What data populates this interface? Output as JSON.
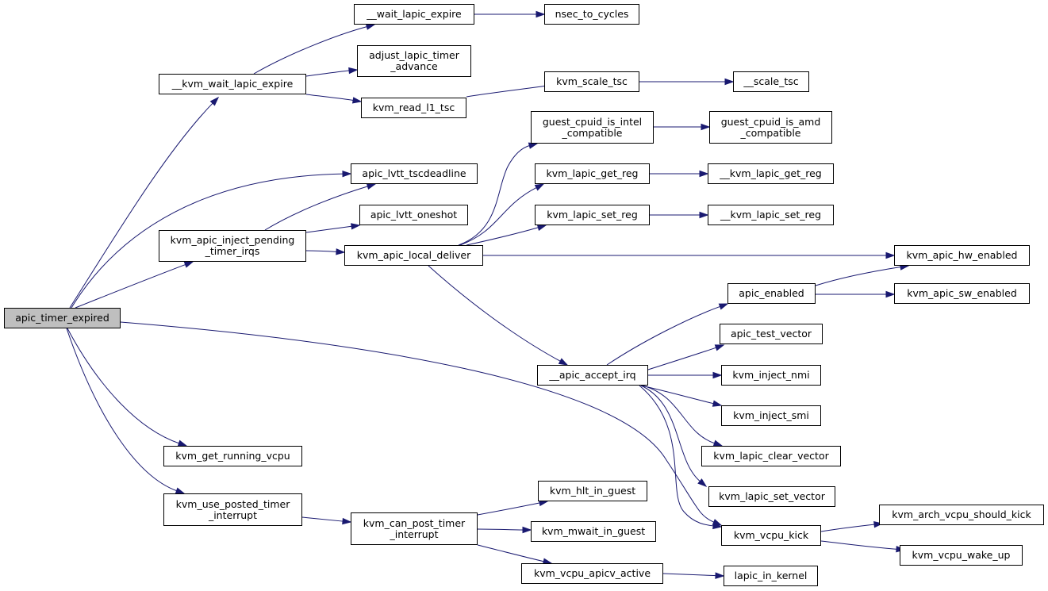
{
  "graph": {
    "root": "apic_timer_expired",
    "nodes": [
      {
        "id": "apic_timer_expired",
        "label": "apic_timer_expired"
      },
      {
        "id": "__kvm_wait_lapic_expire",
        "label": "__kvm_wait_lapic_expire"
      },
      {
        "id": "__wait_lapic_expire",
        "label": "__wait_lapic_expire"
      },
      {
        "id": "nsec_to_cycles",
        "label": "nsec_to_cycles"
      },
      {
        "id": "adjust_lapic_timer_advance",
        "label": "adjust_lapic_timer\n_advance"
      },
      {
        "id": "kvm_read_l1_tsc",
        "label": "kvm_read_l1_tsc"
      },
      {
        "id": "kvm_scale_tsc",
        "label": "kvm_scale_tsc"
      },
      {
        "id": "__scale_tsc",
        "label": "__scale_tsc"
      },
      {
        "id": "apic_lvtt_tscdeadline",
        "label": "apic_lvtt_tscdeadline"
      },
      {
        "id": "kvm_apic_inject_pending_timer_irqs",
        "label": "kvm_apic_inject_pending\n_timer_irqs"
      },
      {
        "id": "apic_lvtt_oneshot",
        "label": "apic_lvtt_oneshot"
      },
      {
        "id": "kvm_apic_local_deliver",
        "label": "kvm_apic_local_deliver"
      },
      {
        "id": "guest_cpuid_is_intel_compatible",
        "label": "guest_cpuid_is_intel\n_compatible"
      },
      {
        "id": "guest_cpuid_is_amd_compatible",
        "label": "guest_cpuid_is_amd\n_compatible"
      },
      {
        "id": "kvm_lapic_get_reg",
        "label": "kvm_lapic_get_reg"
      },
      {
        "id": "__kvm_lapic_get_reg",
        "label": "__kvm_lapic_get_reg"
      },
      {
        "id": "kvm_lapic_set_reg",
        "label": "kvm_lapic_set_reg"
      },
      {
        "id": "__kvm_lapic_set_reg",
        "label": "__kvm_lapic_set_reg"
      },
      {
        "id": "kvm_apic_hw_enabled",
        "label": "kvm_apic_hw_enabled"
      },
      {
        "id": "apic_enabled",
        "label": "apic_enabled"
      },
      {
        "id": "kvm_apic_sw_enabled",
        "label": "kvm_apic_sw_enabled"
      },
      {
        "id": "apic_test_vector",
        "label": "apic_test_vector"
      },
      {
        "id": "__apic_accept_irq",
        "label": "__apic_accept_irq"
      },
      {
        "id": "kvm_inject_nmi",
        "label": "kvm_inject_nmi"
      },
      {
        "id": "kvm_inject_smi",
        "label": "kvm_inject_smi"
      },
      {
        "id": "kvm_lapic_clear_vector",
        "label": "kvm_lapic_clear_vector"
      },
      {
        "id": "kvm_lapic_set_vector",
        "label": "kvm_lapic_set_vector"
      },
      {
        "id": "kvm_get_running_vcpu",
        "label": "kvm_get_running_vcpu"
      },
      {
        "id": "kvm_use_posted_timer_interrupt",
        "label": "kvm_use_posted_timer\n_interrupt"
      },
      {
        "id": "kvm_hlt_in_guest",
        "label": "kvm_hlt_in_guest"
      },
      {
        "id": "kvm_can_post_timer_interrupt",
        "label": "kvm_can_post_timer\n_interrupt"
      },
      {
        "id": "kvm_mwait_in_guest",
        "label": "kvm_mwait_in_guest"
      },
      {
        "id": "kvm_vcpu_apicv_active",
        "label": "kvm_vcpu_apicv_active"
      },
      {
        "id": "lapic_in_kernel",
        "label": "lapic_in_kernel"
      },
      {
        "id": "kvm_vcpu_kick",
        "label": "kvm_vcpu_kick"
      },
      {
        "id": "kvm_arch_vcpu_should_kick",
        "label": "kvm_arch_vcpu_should_kick"
      },
      {
        "id": "kvm_vcpu_wake_up",
        "label": "kvm_vcpu_wake_up"
      }
    ],
    "edges": [
      [
        "apic_timer_expired",
        "__kvm_wait_lapic_expire"
      ],
      [
        "apic_timer_expired",
        "apic_lvtt_tscdeadline"
      ],
      [
        "apic_timer_expired",
        "kvm_apic_inject_pending_timer_irqs"
      ],
      [
        "apic_timer_expired",
        "kvm_get_running_vcpu"
      ],
      [
        "apic_timer_expired",
        "kvm_use_posted_timer_interrupt"
      ],
      [
        "apic_timer_expired",
        "kvm_vcpu_kick"
      ],
      [
        "__kvm_wait_lapic_expire",
        "__wait_lapic_expire"
      ],
      [
        "__kvm_wait_lapic_expire",
        "adjust_lapic_timer_advance"
      ],
      [
        "__kvm_wait_lapic_expire",
        "kvm_read_l1_tsc"
      ],
      [
        "__wait_lapic_expire",
        "nsec_to_cycles"
      ],
      [
        "kvm_read_l1_tsc",
        "kvm_scale_tsc"
      ],
      [
        "kvm_scale_tsc",
        "__scale_tsc"
      ],
      [
        "kvm_apic_inject_pending_timer_irqs",
        "apic_lvtt_tscdeadline"
      ],
      [
        "kvm_apic_inject_pending_timer_irqs",
        "apic_lvtt_oneshot"
      ],
      [
        "kvm_apic_inject_pending_timer_irqs",
        "kvm_apic_local_deliver"
      ],
      [
        "kvm_apic_local_deliver",
        "guest_cpuid_is_intel_compatible"
      ],
      [
        "kvm_apic_local_deliver",
        "kvm_lapic_get_reg"
      ],
      [
        "kvm_apic_local_deliver",
        "kvm_lapic_set_reg"
      ],
      [
        "kvm_apic_local_deliver",
        "kvm_apic_hw_enabled"
      ],
      [
        "kvm_apic_local_deliver",
        "__apic_accept_irq"
      ],
      [
        "guest_cpuid_is_intel_compatible",
        "guest_cpuid_is_amd_compatible"
      ],
      [
        "kvm_lapic_get_reg",
        "__kvm_lapic_get_reg"
      ],
      [
        "kvm_lapic_set_reg",
        "__kvm_lapic_set_reg"
      ],
      [
        "apic_enabled",
        "kvm_apic_hw_enabled"
      ],
      [
        "apic_enabled",
        "kvm_apic_sw_enabled"
      ],
      [
        "__apic_accept_irq",
        "apic_enabled"
      ],
      [
        "__apic_accept_irq",
        "apic_test_vector"
      ],
      [
        "__apic_accept_irq",
        "kvm_inject_nmi"
      ],
      [
        "__apic_accept_irq",
        "kvm_inject_smi"
      ],
      [
        "__apic_accept_irq",
        "kvm_lapic_clear_vector"
      ],
      [
        "__apic_accept_irq",
        "kvm_lapic_set_vector"
      ],
      [
        "__apic_accept_irq",
        "kvm_vcpu_kick"
      ],
      [
        "kvm_use_posted_timer_interrupt",
        "kvm_can_post_timer_interrupt"
      ],
      [
        "kvm_can_post_timer_interrupt",
        "kvm_hlt_in_guest"
      ],
      [
        "kvm_can_post_timer_interrupt",
        "kvm_mwait_in_guest"
      ],
      [
        "kvm_can_post_timer_interrupt",
        "kvm_vcpu_apicv_active"
      ],
      [
        "kvm_vcpu_apicv_active",
        "lapic_in_kernel"
      ],
      [
        "kvm_vcpu_kick",
        "kvm_arch_vcpu_should_kick"
      ],
      [
        "kvm_vcpu_kick",
        "kvm_vcpu_wake_up"
      ]
    ],
    "colors": {
      "edge": "#191970",
      "root_fill": "#bfbfbf",
      "node_fill": "#ffffff",
      "border": "#000000"
    }
  }
}
